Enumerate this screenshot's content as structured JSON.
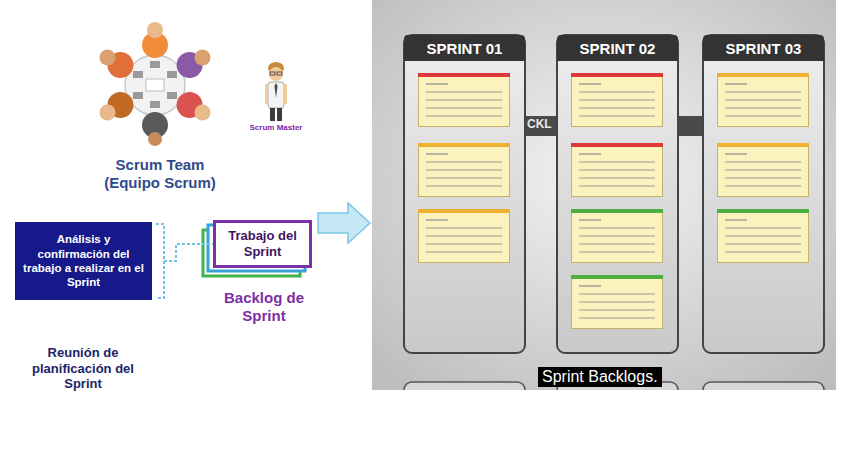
{
  "diagram": {
    "caption": "Sprint Backlogs.",
    "nodes": [
      {
        "text": [
          "Análisis y confirmación del trabajo a realizar en el Sprint",
          "Reunión de planificación del Sprint"
        ]
      },
      {
        "text": [
          "Trabajo del Sprint",
          "Backlog de Sprint"
        ]
      },
      {
        "text": [
          "SPRINT 01"
        ]
      },
      {
        "text": [
          "SPRINT 02"
        ]
      },
      {
        "text": [
          "SPRINT 03"
        ]
      }
    ],
    "edges": [
      {
        "from": 0,
        "to": 1,
        "arrow": "none"
      }
    ],
    "labels": [
      "Scrum Master",
      "Scrum Team (Equipo Scrum)",
      "CKL"
    ]
  }
}
